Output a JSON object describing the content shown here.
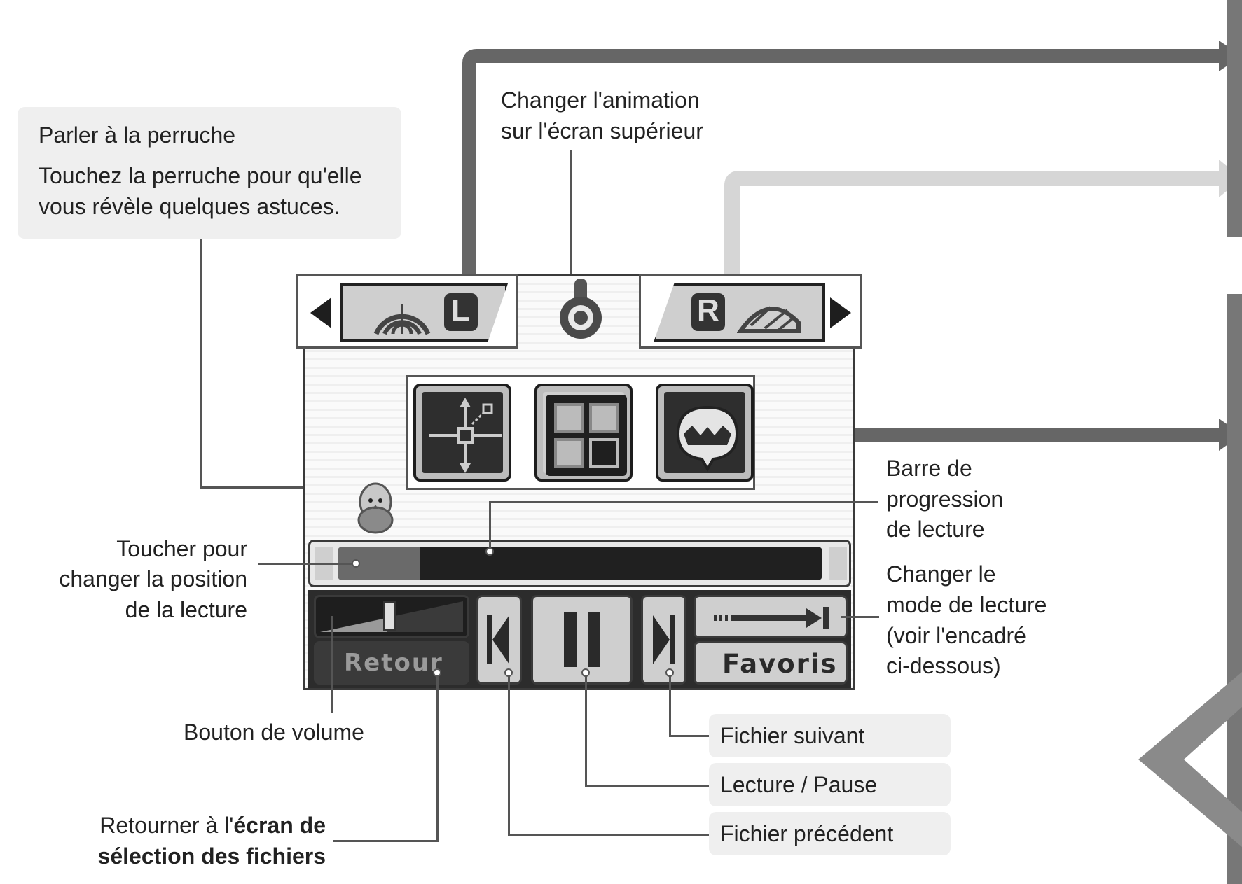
{
  "callouts": {
    "parakeet_title": "Parler à la perruche",
    "parakeet_desc_1": "Touchez la perruche pour qu'elle",
    "parakeet_desc_2": "vous révèle quelques astuces.",
    "animation_1": "Changer l'animation",
    "animation_2": "sur l'écran supérieur",
    "progress_1": "Barre de",
    "progress_2": "progression",
    "progress_3": "de lecture",
    "mode_1": "Changer le",
    "mode_2": "mode de lecture",
    "mode_3": "(voir l'encadré",
    "mode_4": "ci-dessous)",
    "touch_1": "Toucher pour",
    "touch_2": "changer la position",
    "touch_3": "de la lecture",
    "volume": "Bouton de volume",
    "return_1": "Retourner à l'",
    "return_bold_1": "écran de",
    "return_bold_2": "sélection des fichiers",
    "next": "Fichier suivant",
    "play_pause": "Lecture / Pause",
    "previous": "Fichier précédent"
  },
  "screen": {
    "left_tab_key": "L",
    "right_tab_key": "R",
    "return_label": "Retour",
    "favorites_label": "Favoris",
    "progress": 0.17
  },
  "colors": {
    "dark_arrow": "#666666",
    "light_arrow": "#d6d6d6",
    "callout_bg": "#efefef"
  }
}
